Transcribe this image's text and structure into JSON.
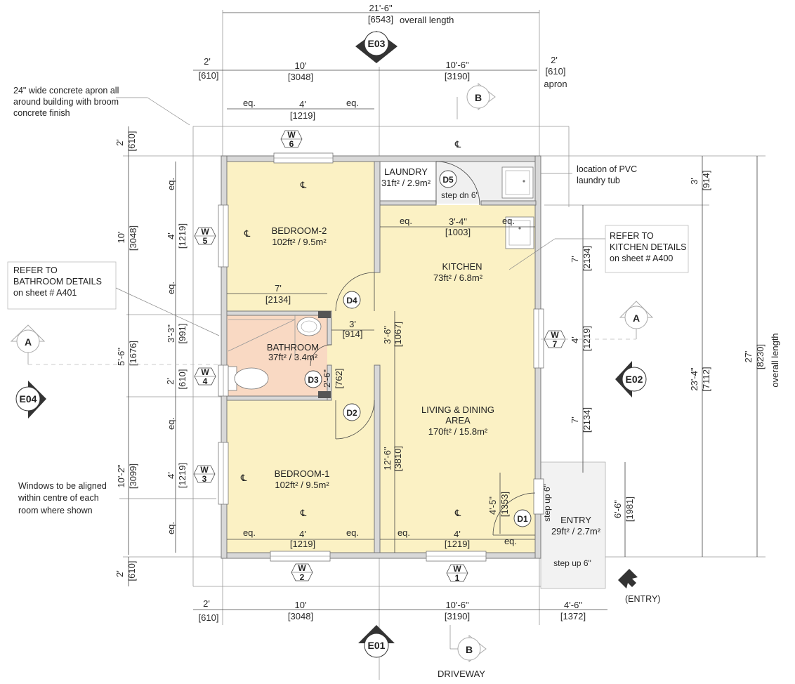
{
  "overall": {
    "length_top": "21'-6\"",
    "length_top_mm": "[6543]",
    "length_top_label": "overall length",
    "length_right": "27'",
    "length_right_mm": "[8230]",
    "length_right_label": "overall length"
  },
  "top_dims": {
    "apron_left": "2'",
    "apron_left_mm": "[610]",
    "left_bay": "10'",
    "left_bay_mm": "[3048]",
    "right_bay": "10'-6\"",
    "right_bay_mm": "[3190]",
    "apron_right": "2'",
    "apron_right_mm": "[610]",
    "apron_right_label": "apron",
    "eq": "eq.",
    "win": "4'",
    "win_mm": "[1219]"
  },
  "bottom_dims": {
    "apron_left": "2'",
    "apron_left_mm": "[610]",
    "left_bay": "10'",
    "left_bay_mm": "[3048]",
    "right_bay": "10'-6\"",
    "right_bay_mm": "[3190]",
    "entry_bay": "4'-6\"",
    "entry_bay_mm": "[1372]",
    "apron_bottom": "2'",
    "apron_bottom_mm": "[610]",
    "eq": "eq.",
    "win_b1": "4'",
    "win_b1_mm": "[1219]",
    "win_w1": "4'",
    "win_w1_mm": "[1219]"
  },
  "left_dims": {
    "apron_top": "2'",
    "apron_top_mm": "[610]",
    "bed2": "10'",
    "bed2_mm": "[3048]",
    "bath": "5'-6\"",
    "bath_mm": "[1676]",
    "bed1": "10'-2\"",
    "bed1_mm": "[3099]",
    "w5": "4'",
    "w5_mm": "[1219]",
    "w4_gap": "3'-3\"",
    "w4_gap_mm": "[991]",
    "w4": "2'",
    "w4_mm": "[610]",
    "w3": "4'",
    "w3_mm": "[1219]",
    "eq": "eq."
  },
  "right_dims": {
    "laundry": "3'",
    "laundry_mm": "[914]",
    "main": "23'-4\"",
    "main_mm": "[7112]",
    "k1": "7'",
    "k1_mm": "[2134]",
    "w7": "4'",
    "w7_mm": "[1219]",
    "k2": "7'",
    "k2_mm": "[2134]",
    "entry": "6'-6\"",
    "entry_mm": "[1981]"
  },
  "interior_dims": {
    "bed2_width": "7'",
    "bed2_width_mm": "[2134]",
    "hall": "3'",
    "hall_mm": "[914]",
    "hall_len": "3'-6\"",
    "hall_len_mm": "[1067]",
    "d3_len": "2'-6\"",
    "d3_len_mm": "[762]",
    "living_len": "12'-6\"",
    "living_len_mm": "[3810]",
    "d1_len": "4'-5\"",
    "d1_len_mm": "[1353]",
    "kitchen_win": "3'-4\"",
    "kitchen_win_mm": "[1003]",
    "eq": "eq."
  },
  "rooms": {
    "bedroom2": {
      "name": "BEDROOM-2",
      "area": "102ft² / 9.5m²"
    },
    "bedroom1": {
      "name": "BEDROOM-1",
      "area": "102ft² / 9.5m²"
    },
    "bathroom": {
      "name": "BATHROOM",
      "area": "37ft² / 3.4m²"
    },
    "laundry": {
      "name": "LAUNDRY",
      "area": "31ft² / 2.9m²",
      "step": "step dn 6\""
    },
    "kitchen": {
      "name": "KITCHEN",
      "area": "73ft² / 6.8m²"
    },
    "living": {
      "name_line1": "LIVING & DINING",
      "name_line2": "AREA",
      "area": "170ft² / 15.8m²"
    },
    "entry": {
      "name": "ENTRY",
      "area": "29ft² / 2.7m²",
      "step_up_v": "step up 6\"",
      "step_up_h": "step up 6\""
    }
  },
  "doors": [
    "D1",
    "D2",
    "D3",
    "D4",
    "D5"
  ],
  "windows": [
    {
      "tag": "W",
      "num": "1"
    },
    {
      "tag": "W",
      "num": "2"
    },
    {
      "tag": "W",
      "num": "3"
    },
    {
      "tag": "W",
      "num": "4"
    },
    {
      "tag": "W",
      "num": "5"
    },
    {
      "tag": "W",
      "num": "6"
    },
    {
      "tag": "W",
      "num": "7"
    }
  ],
  "elevations": [
    "E01",
    "E02",
    "E03",
    "E04"
  ],
  "sections": {
    "a": "A",
    "b": "B"
  },
  "centerline": "℄",
  "notes": {
    "apron_line1": "24\" wide concrete apron all",
    "apron_line2": "around building with broom",
    "apron_line3": "concrete finish",
    "bath_ref_line1": "REFER TO",
    "bath_ref_line2": "BATHROOM DETAILS",
    "bath_ref_line3": "on sheet # A401",
    "kitchen_ref_line1": "REFER TO",
    "kitchen_ref_line2": "KITCHEN DETAILS",
    "kitchen_ref_line3": "on sheet # A400",
    "tub_line1": "location of PVC",
    "tub_line2": "laundry tub",
    "windows_line1": "Windows to be aligned",
    "windows_line2": "within centre of each",
    "windows_line3": "room where shown",
    "entry_arrow": "(ENTRY)",
    "driveway": "DRIVEWAY"
  },
  "colors": {
    "room_fill": "#fbf1c4",
    "bath_fill": "#f9d9c3",
    "wall_fill": "#d8d8d8",
    "line": "#444444"
  }
}
